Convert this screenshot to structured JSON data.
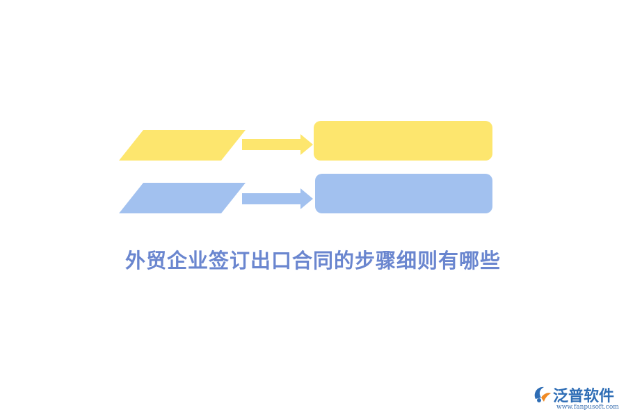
{
  "title": "外贸企业签订出口合同的步骤细则有哪些",
  "colors": {
    "yellow": "#fde66e",
    "blue": "#a2c1ef",
    "title": "#6a86cf",
    "logo_blue": "#2e6db5",
    "logo_orange": "#f08a24"
  },
  "rows": [
    {
      "color": "yellow"
    },
    {
      "color": "blue"
    }
  ],
  "logo": {
    "name": "泛普软件",
    "url": "www.fanpusoft.com",
    "icon": "fanpu-logo-icon"
  }
}
